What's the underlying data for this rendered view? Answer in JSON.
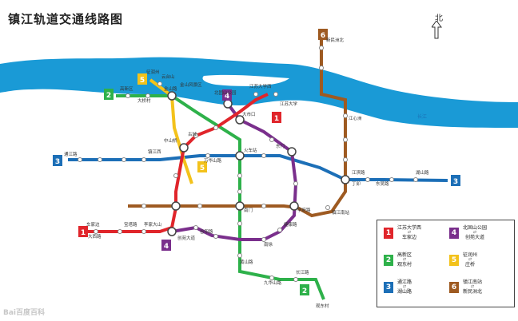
{
  "title": "镇江轨道交通线路图",
  "compass_label": "北",
  "river_label": "长江",
  "watermark": "Bai百度百科",
  "colors": {
    "line1": "#e0252b",
    "line2": "#2eb14a",
    "line3": "#1c6fb7",
    "line4": "#7a2f8c",
    "line5": "#f3c21b",
    "line6": "#9e5a21",
    "river": "#1a9ad6"
  },
  "lines": [
    {
      "id": "1",
      "color": "#e0252b",
      "terminal_a": "江苏大学西",
      "terminal_b": "车家边"
    },
    {
      "id": "2",
      "color": "#2eb14a",
      "terminal_a": "高新区",
      "terminal_b": "观东村"
    },
    {
      "id": "3",
      "color": "#1c6fb7",
      "terminal_a": "通江路",
      "terminal_b": "湖山路"
    },
    {
      "id": "4",
      "color": "#7a2f8c",
      "terminal_a": "北固山公园",
      "terminal_b": "创苑大道"
    },
    {
      "id": "5",
      "color": "#f3c21b",
      "terminal_a": "征润州",
      "terminal_b": "庄桥"
    },
    {
      "id": "6",
      "color": "#9e5a21",
      "terminal_a": "镇江南站",
      "terminal_b": "新民洲北"
    }
  ],
  "stations": [
    "高新区",
    "大桥村",
    "金山路",
    "征润州",
    "金山风景区",
    "北固山公园",
    "江苏大学",
    "江苏大学西",
    "云台山",
    "中山桥",
    "镇江西",
    "万华山路",
    "东门",
    "丁卯",
    "江滨路",
    "通江路",
    "东吴路",
    "湖山路",
    "古城",
    "大市口",
    "火车站",
    "南门",
    "学府路",
    "镇江南站",
    "车家边",
    "观东村",
    "创苑大道",
    "新民洲北",
    "江心洲",
    "大西路",
    "宝塔路",
    "李家大山",
    "谷阳路",
    "南徐",
    "健康路",
    "黄山路",
    "九华山路",
    "长江路"
  ]
}
